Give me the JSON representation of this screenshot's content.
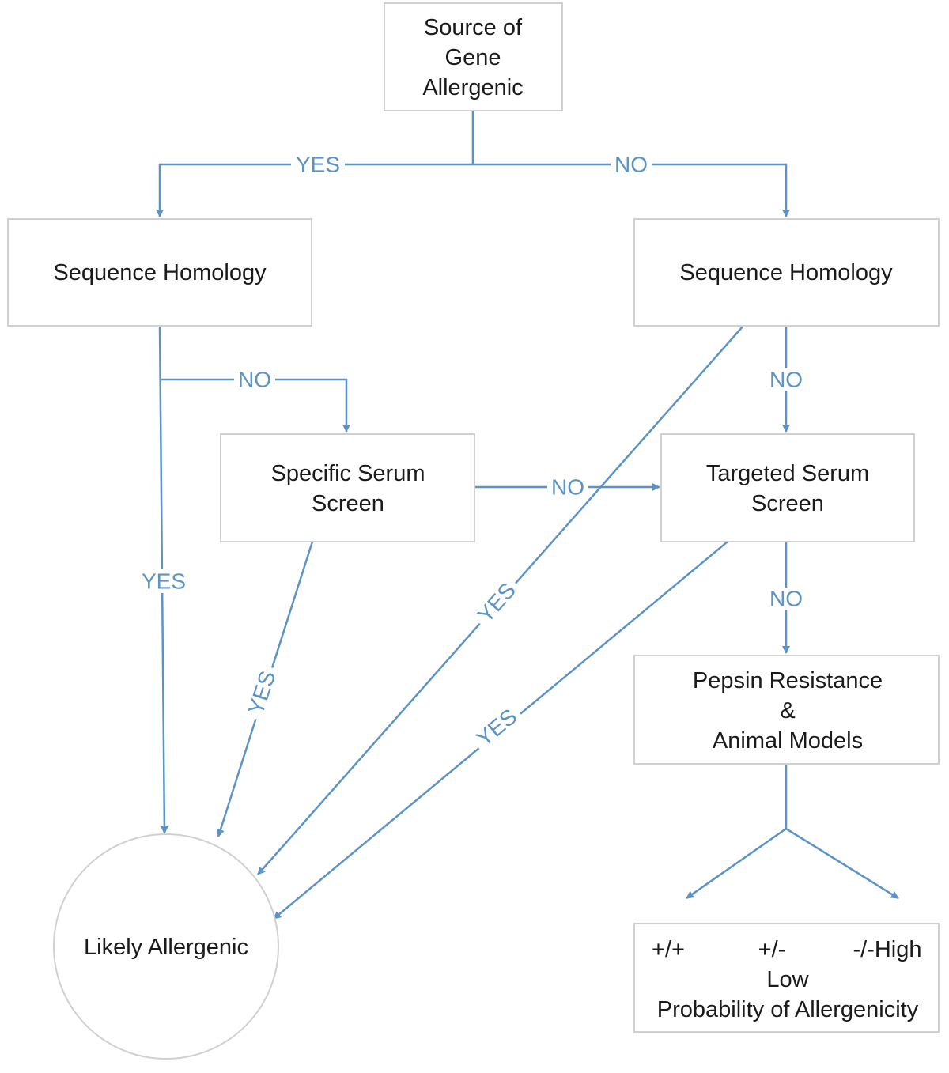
{
  "colors": {
    "edge": "#5b93c7",
    "box_border": "#d0d0d0",
    "text": "#1a1a1a",
    "background": "#ffffff"
  },
  "nodes": {
    "source": [
      "Source of",
      "Gene",
      "Allergenic"
    ],
    "seq_left": [
      "Sequence Homology"
    ],
    "seq_right": [
      "Sequence Homology"
    ],
    "specific_serum": [
      "Specific Serum",
      "Screen"
    ],
    "targeted_serum": [
      "Targeted Serum",
      "Screen"
    ],
    "pepsin": [
      "Pepsin Resistance",
      "&",
      "Animal Models"
    ],
    "likely": [
      "Likely Allergenic"
    ],
    "probability": {
      "scores": [
        "+/+",
        "+/-",
        "-/-High"
      ],
      "low": "Low",
      "caption": "Probability of Allergenicity"
    }
  },
  "edge_labels": {
    "source_yes": "YES",
    "source_no": "NO",
    "seq_left_no": "NO",
    "seq_left_yes": "YES",
    "specific_no": "NO",
    "specific_yes": "YES",
    "seq_right_yes": "YES",
    "seq_right_no": "NO",
    "targeted_no": "NO",
    "targeted_yes": "YES"
  }
}
